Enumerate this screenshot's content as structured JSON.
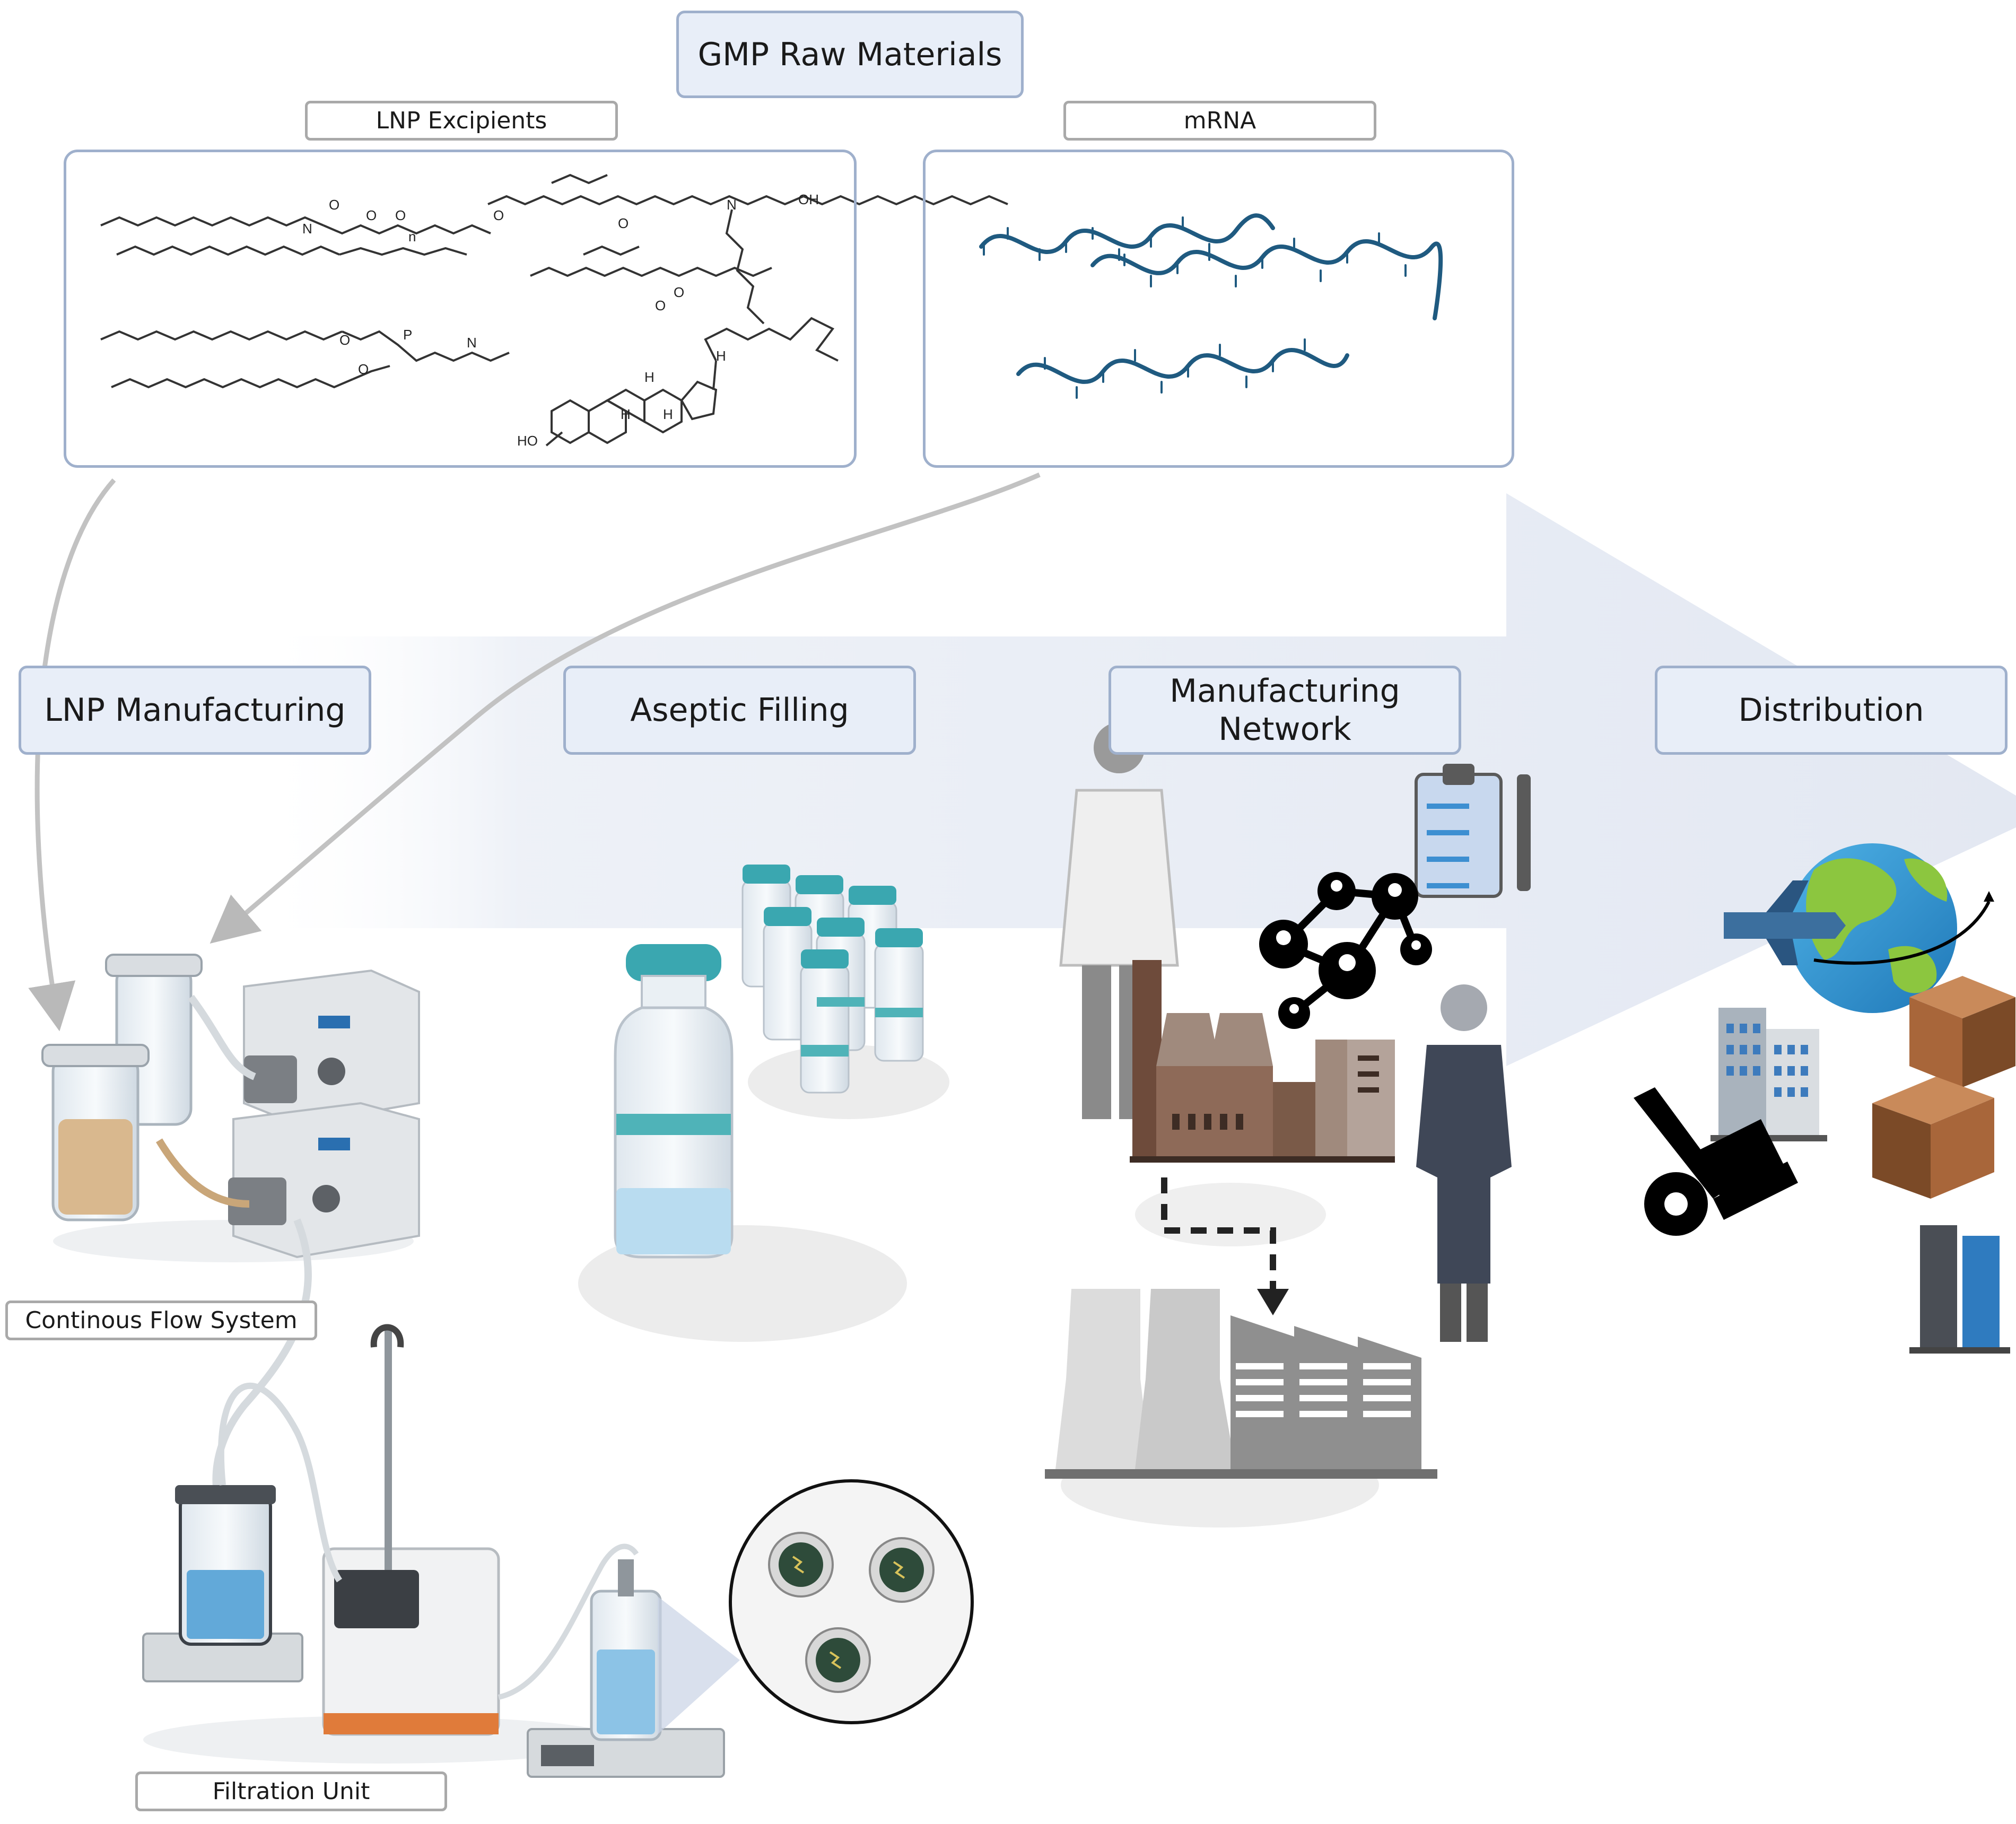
{
  "header": {
    "title": "GMP Raw Materials"
  },
  "raw_materials": {
    "lnp_label": "LNP Excipients",
    "mrna_label": "mRNA",
    "atoms": {
      "O": "O",
      "N": "N",
      "OH": "OH",
      "HO": "HO",
      "H": "H",
      "P": "P",
      "n": "n"
    }
  },
  "stages": {
    "lnp_manufacturing": "LNP Manufacturing",
    "aseptic_filling": "Aseptic Filling",
    "manufacturing_network": "Manufacturing Network",
    "distribution": "Distribution"
  },
  "equipment": {
    "continuous_flow": "Continous Flow System",
    "filtration": "Filtration Unit"
  },
  "colors": {
    "accent_box": "#e8eef8",
    "box_border": "#9fb0cc",
    "mrna": "#1f5a80",
    "arrow": "#e9edf5",
    "teal": "#4fb3b8",
    "factory": "#7a5a48"
  }
}
